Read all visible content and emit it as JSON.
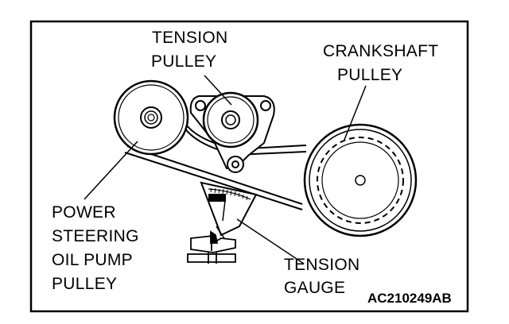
{
  "labels": {
    "tension_pulley": [
      "TENSION",
      "PULLEY"
    ],
    "crankshaft_pulley": [
      "CRANKSHAFT",
      "PULLEY"
    ],
    "power_steering": [
      "POWER",
      "STEERING",
      "OIL PUMP",
      "PULLEY"
    ],
    "tension_gauge": [
      "TENSION",
      "GAUGE"
    ]
  },
  "figure_code": "AC210249AB",
  "colors": {
    "ink": "#000000",
    "paper": "#ffffff"
  }
}
